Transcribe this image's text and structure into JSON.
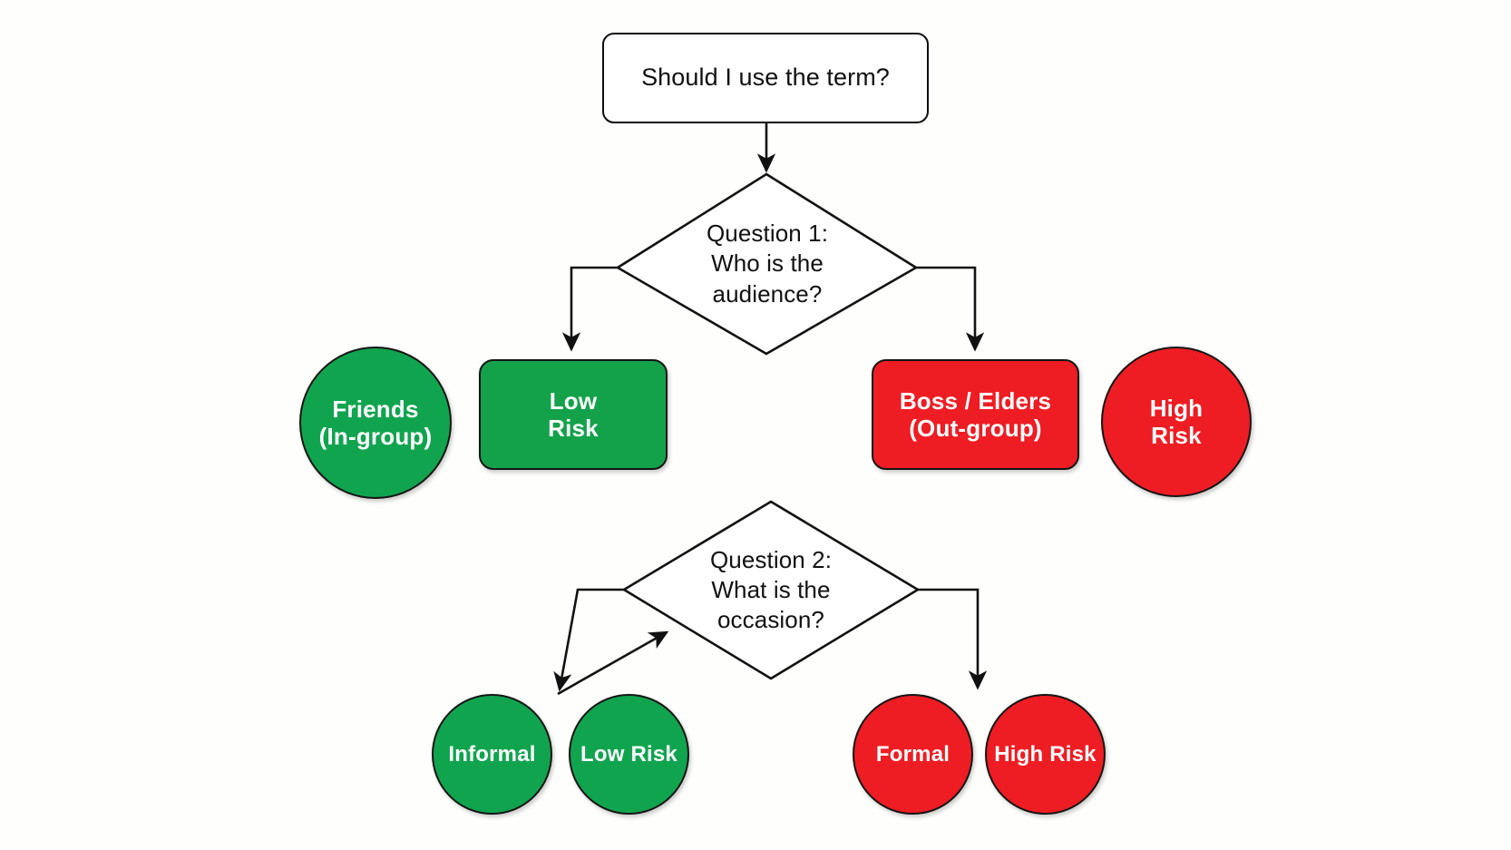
{
  "diagram": {
    "title": "Should I use the term? decision flowchart",
    "background_color": "#fefefc",
    "colors": {
      "low_risk_green": "#13a24a",
      "circle_green": "#11a44f",
      "high_risk_red": "#ee1d23",
      "stroke": "#111111",
      "label_text": "#ffffff"
    }
  },
  "start": {
    "label": "Should I use the term?"
  },
  "question1": {
    "line1": "Question 1:",
    "line2": "Who is the",
    "line3": "audience?"
  },
  "question2": {
    "line1": "Question 2:",
    "line2": "What is the",
    "line3": "occasion?"
  },
  "row1": {
    "friends_circle": {
      "line1": "Friends",
      "line2": "(In-group)"
    },
    "low_risk_box": {
      "line1": "Low",
      "line2": "Risk"
    },
    "boss_box": {
      "line1": "Boss / Elders",
      "line2": "(Out-group)"
    },
    "high_risk_circle": {
      "line1": "High",
      "line2": "Risk"
    }
  },
  "row2": {
    "informal_circle": "Informal",
    "low_risk_circle": "Low Risk",
    "formal_circle": "Formal",
    "high_risk_circle": "High Risk"
  }
}
